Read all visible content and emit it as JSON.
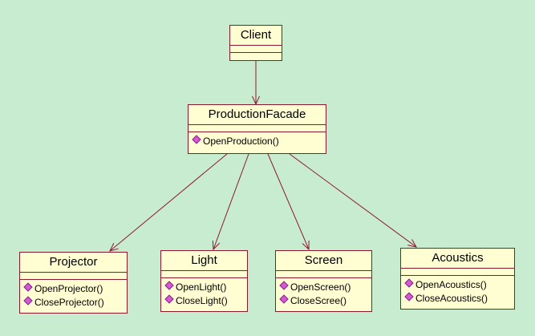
{
  "diagram": {
    "colors": {
      "background": "#c8ecd0",
      "box_fill": "#fffdd2",
      "border": "#8b1a2b",
      "operation_icon": "#d45ad4"
    },
    "classes": {
      "client": {
        "name": "Client",
        "operations": []
      },
      "facade": {
        "name": "ProductionFacade",
        "operations": [
          "OpenProduction()"
        ]
      },
      "projector": {
        "name": "Projector",
        "operations": [
          "OpenProjector()",
          "CloseProjector()"
        ]
      },
      "light": {
        "name": "Light",
        "operations": [
          "OpenLight()",
          "CloseLight()"
        ]
      },
      "screen": {
        "name": "Screen",
        "operations": [
          "OpenScreen()",
          "CloseScree()"
        ]
      },
      "acoustics": {
        "name": "Acoustics",
        "operations": [
          "OpenAcoustics()",
          "CloseAcoustics()"
        ]
      }
    },
    "associations": [
      {
        "from": "client",
        "to": "facade"
      },
      {
        "from": "facade",
        "to": "projector"
      },
      {
        "from": "facade",
        "to": "light"
      },
      {
        "from": "facade",
        "to": "screen"
      },
      {
        "from": "facade",
        "to": "acoustics"
      }
    ]
  }
}
